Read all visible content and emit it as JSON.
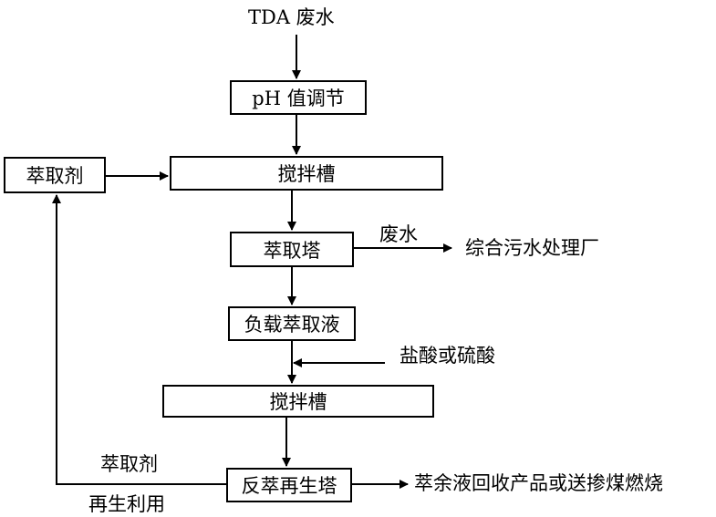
{
  "flow": {
    "input_label": "TDA 废水",
    "ph_adjust": "pH 值调节",
    "extractant_box": "萃取剂",
    "mix_tank_1": "搅拌槽",
    "extraction_tower": "萃取塔",
    "waste_water_label": "废水",
    "treatment_plant": "综合污水处理厂",
    "loaded_extract": "负载萃取液",
    "acid_label": "盐酸或硫酸",
    "mix_tank_2": "搅拌槽",
    "stripping_tower": "反萃再生塔",
    "recycle_label_top": "萃取剂",
    "recycle_label_bottom": "再生利用",
    "raffinate_output": "萃余液回收产品或送掺煤燃烧"
  }
}
